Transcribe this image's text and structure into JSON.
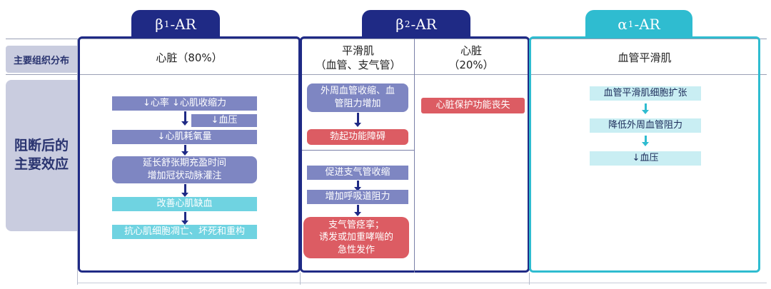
{
  "tabs": {
    "b1": {
      "greek": "β",
      "sub": "1",
      "suffix": "-AR"
    },
    "b2": {
      "greek": "β",
      "sub": "2",
      "suffix": "-AR"
    },
    "a1": {
      "greek": "α",
      "sub": "1",
      "suffix": "-AR"
    }
  },
  "rows": {
    "distribution": "主要组织分布",
    "effects_line1": "阻断后的",
    "effects_line2": "主要效应"
  },
  "b1": {
    "tissue": "心脏（80%）",
    "steps": {
      "s1": "↓心率 ↓心肌收缩力",
      "s1b": "↓血压",
      "s2": "↓心肌耗氧量",
      "s3_line1": "延长舒张期充盈时间",
      "s3_line2": "增加冠状动脉灌注",
      "s4": "改善心肌缺血",
      "s5": "抗心肌细胞凋亡、坏死和重构"
    }
  },
  "b2": {
    "smooth_tissue_line1": "平滑肌",
    "smooth_tissue_line2": "（血管、支气管）",
    "heart_tissue_line1": "心脏",
    "heart_tissue_line2": "（20%）",
    "vascular": {
      "s1_line1": "外周血管收缩、血",
      "s1_line2": "管阻力增加",
      "s2": "勃起功能障碍"
    },
    "bronchial": {
      "s1": "促进支气管收缩",
      "s2": "增加呼吸道阻力",
      "s3_line1": "支气管痉挛；",
      "s3_line2": "诱发或加重哮喘的",
      "s3_line3": "急性发作"
    },
    "heart_effect": "心脏保护功能丧失"
  },
  "a1": {
    "tissue": "血管平滑肌",
    "steps": {
      "s1": "血管平滑肌细胞扩张",
      "s2": "降低外周血管阻力",
      "s3": "↓血压"
    }
  },
  "colors": {
    "navy": "#1f2a85",
    "teal": "#2fbcd0",
    "purple_box": "#7e86c2",
    "cyan_box": "#6fd3e1",
    "red_box": "#dc5c63",
    "light_cyan_box": "#c9eef3",
    "sidebar": "#c9ccdf"
  }
}
